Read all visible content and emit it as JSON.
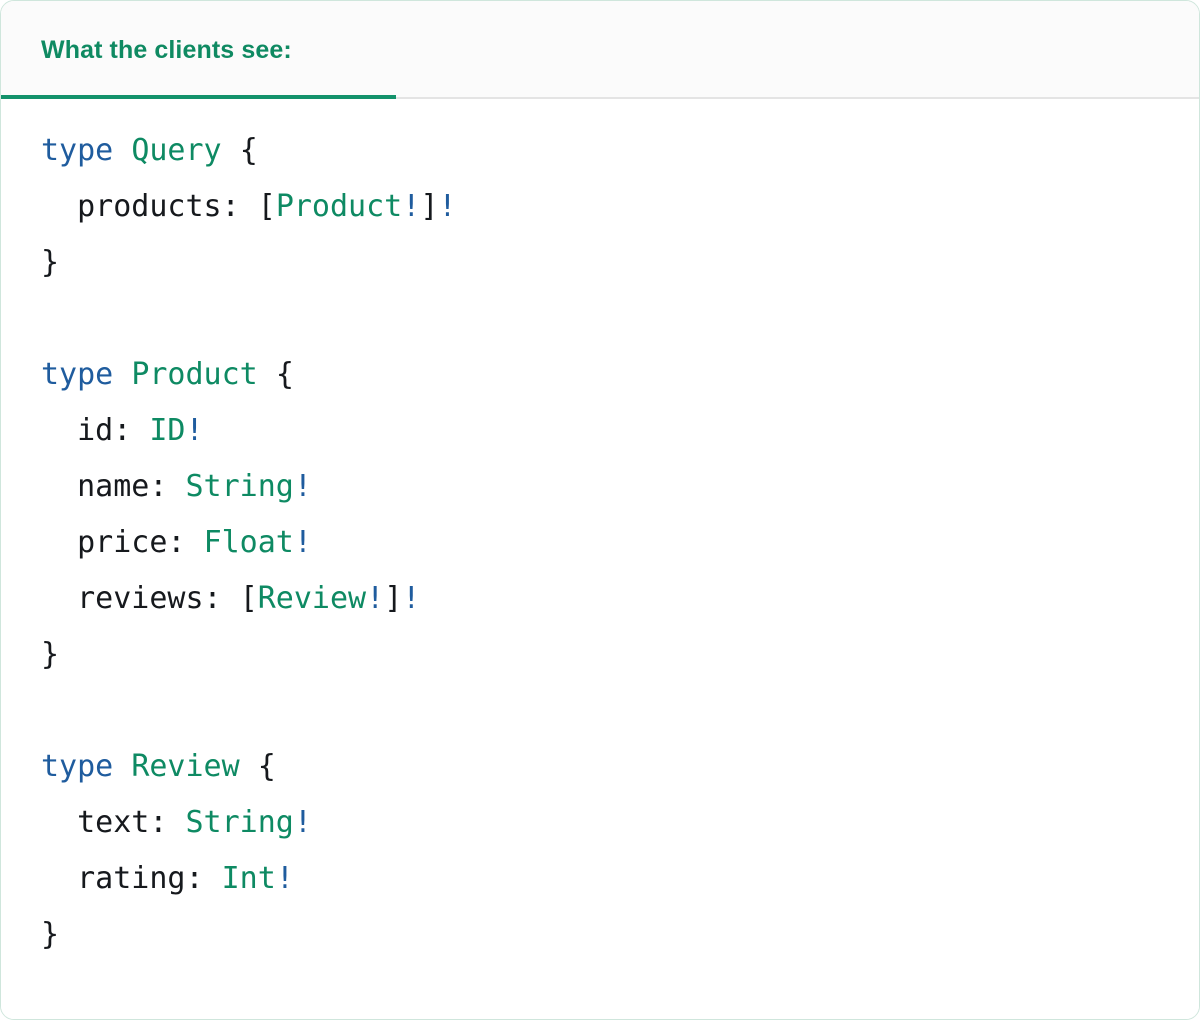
{
  "card": {
    "border_color": "#cfe6dc",
    "background": "#ffffff"
  },
  "header": {
    "tab_label": "What the clients see:",
    "tab_active": true,
    "accent_color": "#13926b",
    "text_color": "#0f8a62",
    "strip_background": "#fbfbfb",
    "divider_color": "#e4e4e4"
  },
  "colors": {
    "keyword": "#1f5c9e",
    "type_name": "#0e8a63",
    "field_name": "#16191d",
    "punctuation": "#16191d",
    "non_null_bang": "#1f5c9e"
  },
  "code": {
    "language": "graphql",
    "lines": [
      {
        "id": "l1",
        "tokens": [
          {
            "t": "type",
            "c": "kw"
          },
          {
            "t": " ",
            "c": "punct"
          },
          {
            "t": "Query",
            "c": "type"
          },
          {
            "t": " ",
            "c": "punct"
          },
          {
            "t": "{",
            "c": "punct"
          }
        ]
      },
      {
        "id": "l2",
        "tokens": [
          {
            "t": "  products: ",
            "c": "field"
          },
          {
            "t": "[",
            "c": "punct"
          },
          {
            "t": "Product",
            "c": "type"
          },
          {
            "t": "!",
            "c": "bang"
          },
          {
            "t": "]",
            "c": "punct"
          },
          {
            "t": "!",
            "c": "bang"
          }
        ]
      },
      {
        "id": "l3",
        "tokens": [
          {
            "t": "}",
            "c": "punct"
          }
        ]
      },
      {
        "id": "l4",
        "tokens": []
      },
      {
        "id": "l5",
        "tokens": [
          {
            "t": "type",
            "c": "kw"
          },
          {
            "t": " ",
            "c": "punct"
          },
          {
            "t": "Product",
            "c": "type"
          },
          {
            "t": " ",
            "c": "punct"
          },
          {
            "t": "{",
            "c": "punct"
          }
        ]
      },
      {
        "id": "l6",
        "tokens": [
          {
            "t": "  id: ",
            "c": "field"
          },
          {
            "t": "ID",
            "c": "type"
          },
          {
            "t": "!",
            "c": "bang"
          }
        ]
      },
      {
        "id": "l7",
        "tokens": [
          {
            "t": "  name: ",
            "c": "field"
          },
          {
            "t": "String",
            "c": "type"
          },
          {
            "t": "!",
            "c": "bang"
          }
        ]
      },
      {
        "id": "l8",
        "tokens": [
          {
            "t": "  price: ",
            "c": "field"
          },
          {
            "t": "Float",
            "c": "type"
          },
          {
            "t": "!",
            "c": "bang"
          }
        ]
      },
      {
        "id": "l9",
        "tokens": [
          {
            "t": "  reviews: ",
            "c": "field"
          },
          {
            "t": "[",
            "c": "punct"
          },
          {
            "t": "Review",
            "c": "type"
          },
          {
            "t": "!",
            "c": "bang"
          },
          {
            "t": "]",
            "c": "punct"
          },
          {
            "t": "!",
            "c": "bang"
          }
        ]
      },
      {
        "id": "l10",
        "tokens": [
          {
            "t": "}",
            "c": "punct"
          }
        ]
      },
      {
        "id": "l11",
        "tokens": []
      },
      {
        "id": "l12",
        "tokens": [
          {
            "t": "type",
            "c": "kw"
          },
          {
            "t": " ",
            "c": "punct"
          },
          {
            "t": "Review",
            "c": "type"
          },
          {
            "t": " ",
            "c": "punct"
          },
          {
            "t": "{",
            "c": "punct"
          }
        ]
      },
      {
        "id": "l13",
        "tokens": [
          {
            "t": "  text: ",
            "c": "field"
          },
          {
            "t": "String",
            "c": "type"
          },
          {
            "t": "!",
            "c": "bang"
          }
        ]
      },
      {
        "id": "l14",
        "tokens": [
          {
            "t": "  rating: ",
            "c": "field"
          },
          {
            "t": "Int",
            "c": "type"
          },
          {
            "t": "!",
            "c": "bang"
          }
        ]
      },
      {
        "id": "l15",
        "tokens": [
          {
            "t": "}",
            "c": "punct"
          }
        ]
      }
    ],
    "plain_text": "type Query {\n  products: [Product!]!\n}\n\ntype Product {\n  id: ID!\n  name: String!\n  price: Float!\n  reviews: [Review!]!\n}\n\ntype Review {\n  text: String!\n  rating: Int!\n}"
  }
}
